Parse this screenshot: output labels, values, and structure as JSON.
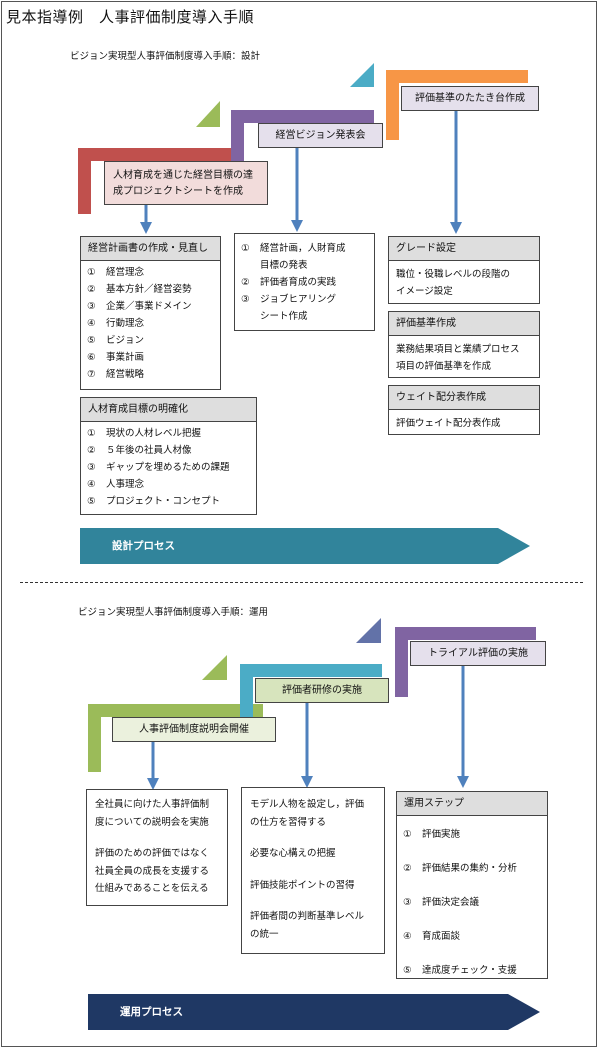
{
  "title": "見本指導例　人事評価制度導入手順",
  "design": {
    "subtitle": "ビジョン実現型人事評価制度導入手順：設計",
    "process_label": "設計プロセス",
    "steps": [
      {
        "label": "人材育成を通じた経営目標の達成プロジェクトシートを作成",
        "color": "#c0504d"
      },
      {
        "label": "経営ビジョン発表会",
        "color": "#8064a2"
      },
      {
        "label": "評価基準のたたき台作成",
        "color": "#f79646"
      }
    ],
    "plan_box": {
      "header": "経営計画書の作成・見直し",
      "items": [
        {
          "num": "①",
          "text": "経営理念"
        },
        {
          "num": "②",
          "text": "基本方針／経営姿勢"
        },
        {
          "num": "③",
          "text": "企業／事業ドメイン"
        },
        {
          "num": "④",
          "text": "行動理念"
        },
        {
          "num": "⑤",
          "text": "ビジョン"
        },
        {
          "num": "⑥",
          "text": "事業計画"
        },
        {
          "num": "⑦",
          "text": "経営戦略"
        }
      ]
    },
    "hr_box": {
      "header": "人材育成目標の明確化",
      "items": [
        {
          "num": "①",
          "text": "現状の人材レベル把握"
        },
        {
          "num": "②",
          "text": "５年後の社員人材像"
        },
        {
          "num": "③",
          "text": "ギャップを埋めるための課題"
        },
        {
          "num": "④",
          "text": "人事理念"
        },
        {
          "num": "⑤",
          "text": "プロジェクト・コンセプト"
        }
      ]
    },
    "vision_box": {
      "items": [
        {
          "num": "①",
          "text": "経営計画，人財育成"
        },
        {
          "num": "",
          "text": "目標の発表"
        },
        {
          "num": "②",
          "text": "評価者育成の実践"
        },
        {
          "num": "③",
          "text": "ジョブヒアリング"
        },
        {
          "num": "",
          "text": "シート作成"
        }
      ]
    },
    "grade_box": {
      "header": "グレード設定",
      "line1": "職位・役職レベルの段階の",
      "line2": "イメージ設定"
    },
    "criteria_box": {
      "header": "評価基準作成",
      "line1": "業務結果項目と業績プロセス",
      "line2": "項目の評価基準を作成"
    },
    "weight_box": {
      "header": "ウェイト配分表作成",
      "line1": "評価ウェイト配分表作成"
    }
  },
  "operation": {
    "subtitle": "ビジョン実現型人事評価制度導入手順：運用",
    "process_label": "運用プロセス",
    "steps": [
      {
        "label": "人事評価制度説明会開催",
        "color": "#9bbb59"
      },
      {
        "label": "評価者研修の実施",
        "color": "#4bacc6"
      },
      {
        "label": "トライアル評価の実施",
        "color": "#8064a2"
      }
    ],
    "explain_box": {
      "p1a": "全社員に向けた人事評価制",
      "p1b": "度についての説明会を実施",
      "p2a": "評価のための評価ではなく",
      "p2b": "社員全員の成長を支援する",
      "p2c": "仕組みであることを伝える"
    },
    "training_box": {
      "p1a": "モデル人物を設定し，評価",
      "p1b": "の仕方を習得する",
      "p2": "必要な心構えの把握",
      "p3": "評価技能ポイントの習得",
      "p4a": "評価者間の判断基準レベル",
      "p4b": "の統一"
    },
    "trial_box": {
      "header": "運用ステップ",
      "items": [
        {
          "num": "①",
          "text": "評価実施"
        },
        {
          "num": "②",
          "text": "評価結果の集約・分析"
        },
        {
          "num": "③",
          "text": "評価決定会議"
        },
        {
          "num": "④",
          "text": "育成面談"
        },
        {
          "num": "⑤",
          "text": "達成度チェック・支援"
        }
      ]
    }
  },
  "colors": {
    "green_accent": "#9bbb59",
    "teal_accent": "#4bacc6",
    "slate_accent": "#6272a8",
    "arrow_blue": "#4f81bd",
    "design_bar": "#31849b",
    "operation_bar": "#1f3864",
    "pink_fill": "#f2dcdb",
    "lavender_fill": "#e5e0ec",
    "green_fill": "#ebf1dd",
    "olive_fill": "#d7e4bd"
  }
}
